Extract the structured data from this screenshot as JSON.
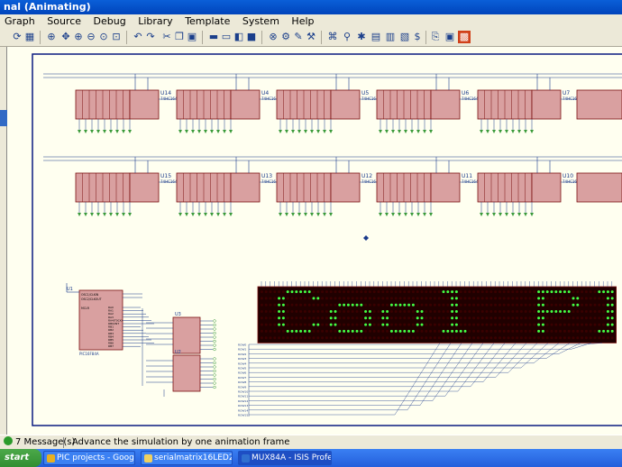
{
  "window": {
    "title": "nal (Animating)"
  },
  "menu": [
    "Graph",
    "Source",
    "Debug",
    "Library",
    "Template",
    "System",
    "Help"
  ],
  "schematic": {
    "top_row": [
      "U14",
      "U4",
      "U5",
      "U6",
      "U7"
    ],
    "bottom_row": [
      "U15",
      "U13",
      "U12",
      "U11",
      "U10"
    ],
    "chip_type": "74HC164",
    "mcu": {
      "label": "U1",
      "part": "PIC16F84A",
      "pins_left": [
        "OSC1/CLKIN",
        "OSC2/CLKOUT",
        "",
        "MCLR"
      ],
      "pins_right": [
        "RA0",
        "RA1",
        "RA2",
        "RA3",
        "RA4/T0CKI",
        "RB0/INT",
        "RB1",
        "RB2",
        "RB3",
        "RB4",
        "RB5",
        "RB6",
        "RB7"
      ]
    },
    "decoders": [
      "U3",
      "U2"
    ],
    "matrix_text": "Cool PIC",
    "colors": {
      "wire": "#1a3a8a",
      "chip_fill": "#d9a0a0",
      "chip_border": "#7a1010",
      "matrix_bg": "#200000",
      "led_on": "#44ff44",
      "led_off": "#3a0000",
      "sheet_border": "#0a1a80"
    }
  },
  "status": {
    "messages": "7 Message(s)",
    "hint": "Advance the simulation by one animation frame"
  },
  "taskbar": {
    "start": "start",
    "items": [
      "PIC projects - Google...",
      "serialmatrix16LED2",
      "MUX84A - ISIS Profes..."
    ]
  }
}
